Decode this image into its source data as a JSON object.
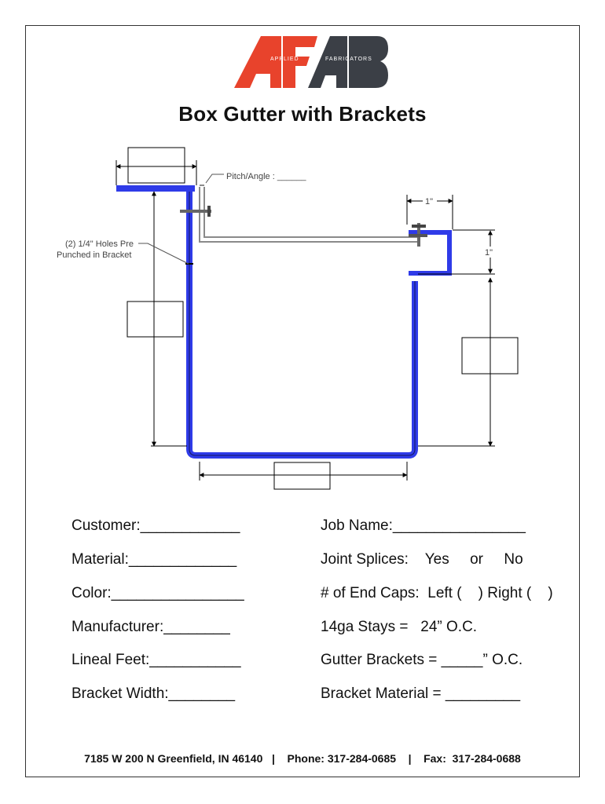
{
  "logo": {
    "letters": "AFAB",
    "top_text_left": "APPLIED",
    "top_text_right": "FABRICATORS",
    "colors": {
      "red": "#e8432c",
      "dark": "#3b3f46"
    }
  },
  "title": "Box Gutter with Brackets",
  "diagram": {
    "pitch_angle_label": "Pitch/Angle : ______",
    "holes_note_line1": "(2) 1/4\" Holes Pre",
    "holes_note_line2": "Punched in Bracket",
    "dim_top_right": "1\"",
    "dim_right_side": "1\"",
    "colors": {
      "gutter": "#2f3be8",
      "bracket": "#8a8a8a"
    }
  },
  "form": {
    "customer": "Customer:____________",
    "material": "Material:_____________",
    "color": "Color:________________",
    "manufacturer": "Manufacturer:________",
    "lineal_feet": "Lineal Feet:___________",
    "bracket_width": "Bracket Width:________",
    "job_name": "Job Name:________________",
    "joint_splices": "Joint Splices:    Yes     or     No",
    "end_caps": "# of End Caps:  Left (    ) Right (    )",
    "stays": "14ga Stays =   24” O.C.",
    "gutter_brackets": "Gutter Brackets = _____” O.C.",
    "bracket_material": "Bracket Material = _________"
  },
  "footer": "7185 W 200 N Greenfield, IN 46140   |    Phone: 317-284-0685    |    Fax:  317-284-0688"
}
